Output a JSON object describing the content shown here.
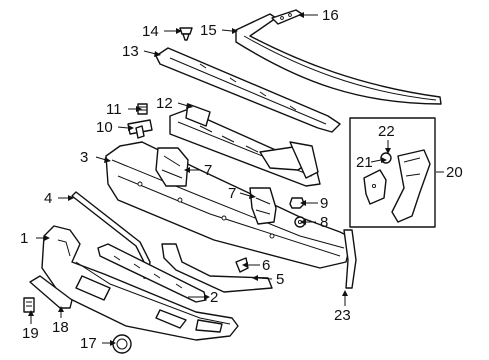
{
  "labels": {
    "c1": "1",
    "c2": "2",
    "c3": "3",
    "c4": "4",
    "c5": "5",
    "c6": "6",
    "c7a": "7",
    "c7b": "7",
    "c8": "8",
    "c9": "9",
    "c10": "10",
    "c11": "11",
    "c12": "12",
    "c13": "13",
    "c14": "14",
    "c15": "15",
    "c16": "16",
    "c17": "17",
    "c18": "18",
    "c19": "19",
    "c20": "20",
    "c21": "21",
    "c22": "22",
    "c23": "23"
  }
}
